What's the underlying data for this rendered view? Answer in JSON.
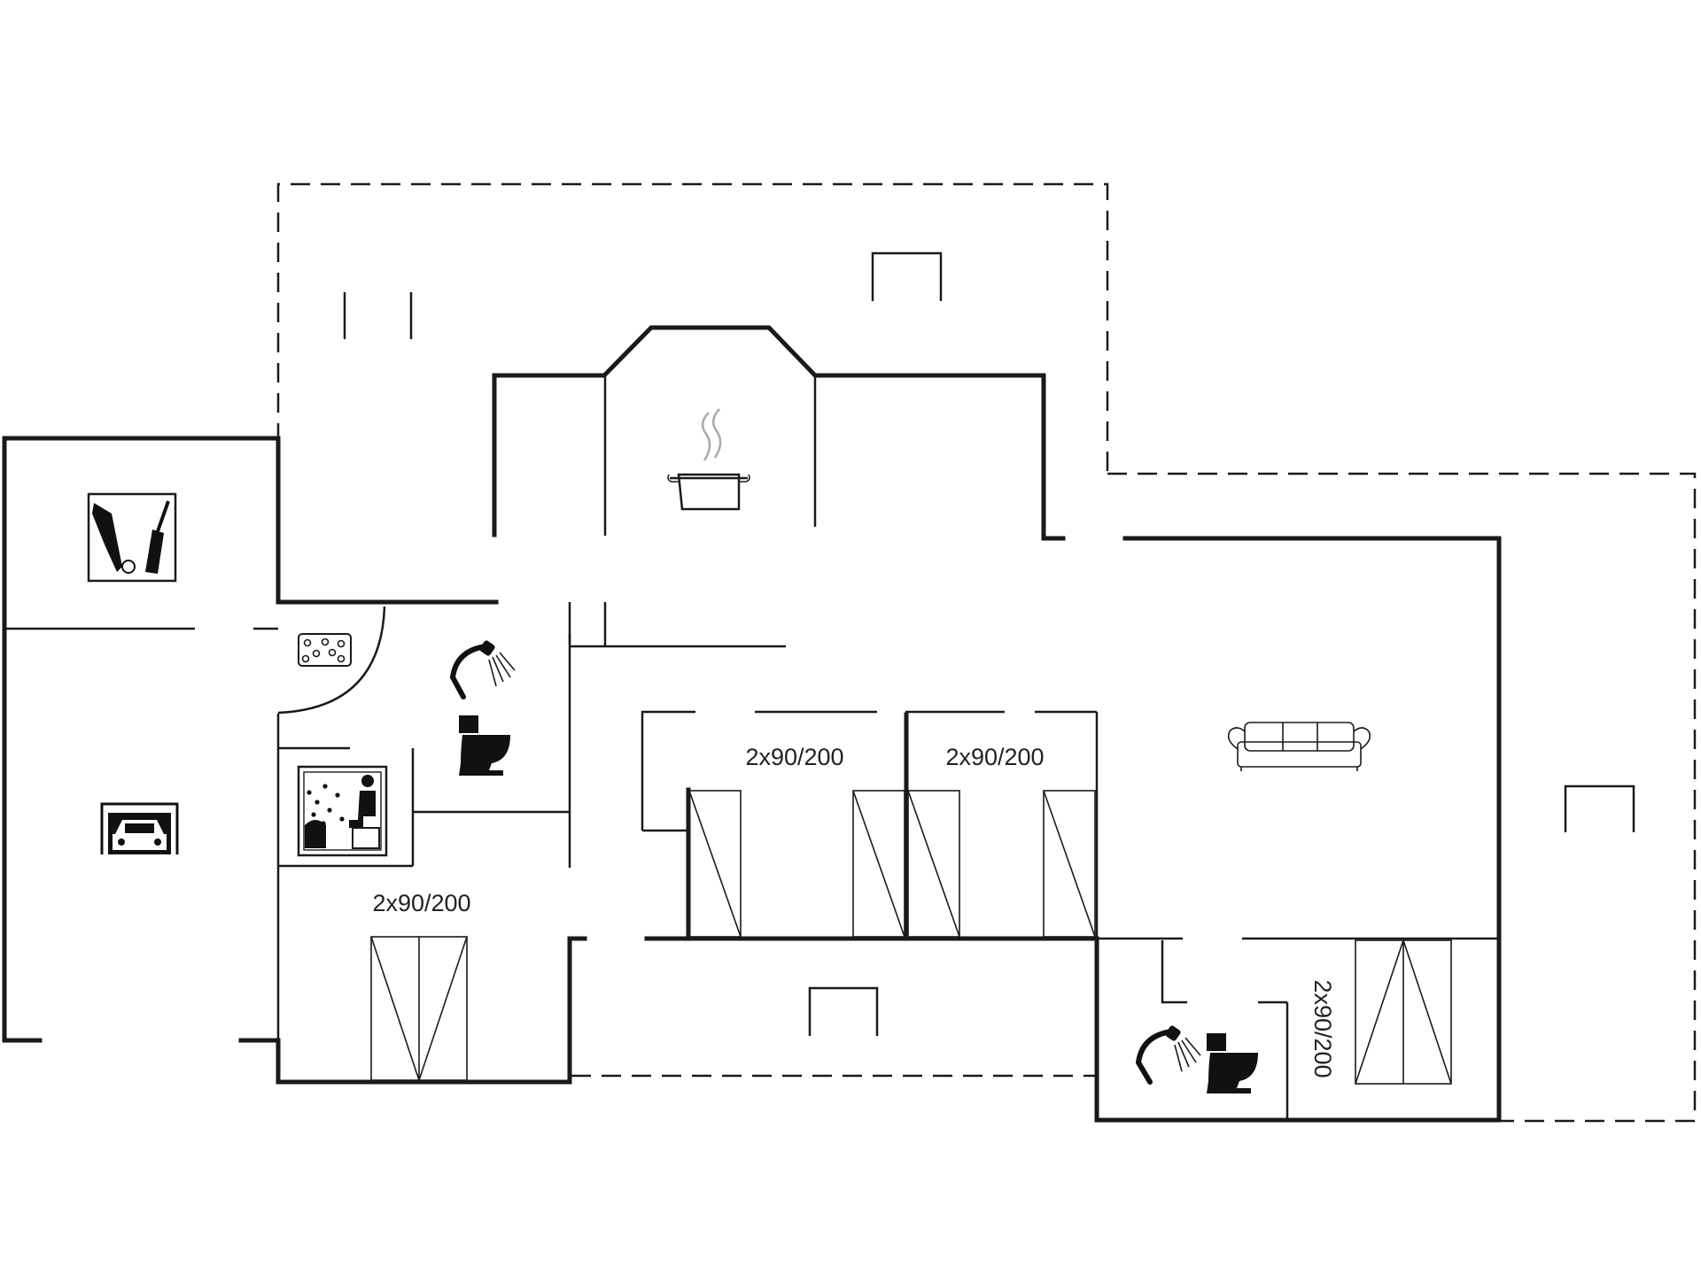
{
  "rooms": {
    "bedroom_left": {
      "bed_label": "2x90/200"
    },
    "bedroom_middle": {
      "bed_label": "2x90/200"
    },
    "bedroom_center": {
      "bed_label": "2x90/200"
    },
    "bedroom_right": {
      "bed_label": "2x90/200"
    }
  },
  "icons": [
    "utility-room-icon",
    "carport-icon",
    "whirlpool-icon",
    "shower-icon",
    "toilet-icon",
    "sauna-icon",
    "kitchen-pot-icon",
    "sofa-icon",
    "garden-furniture-icon"
  ]
}
